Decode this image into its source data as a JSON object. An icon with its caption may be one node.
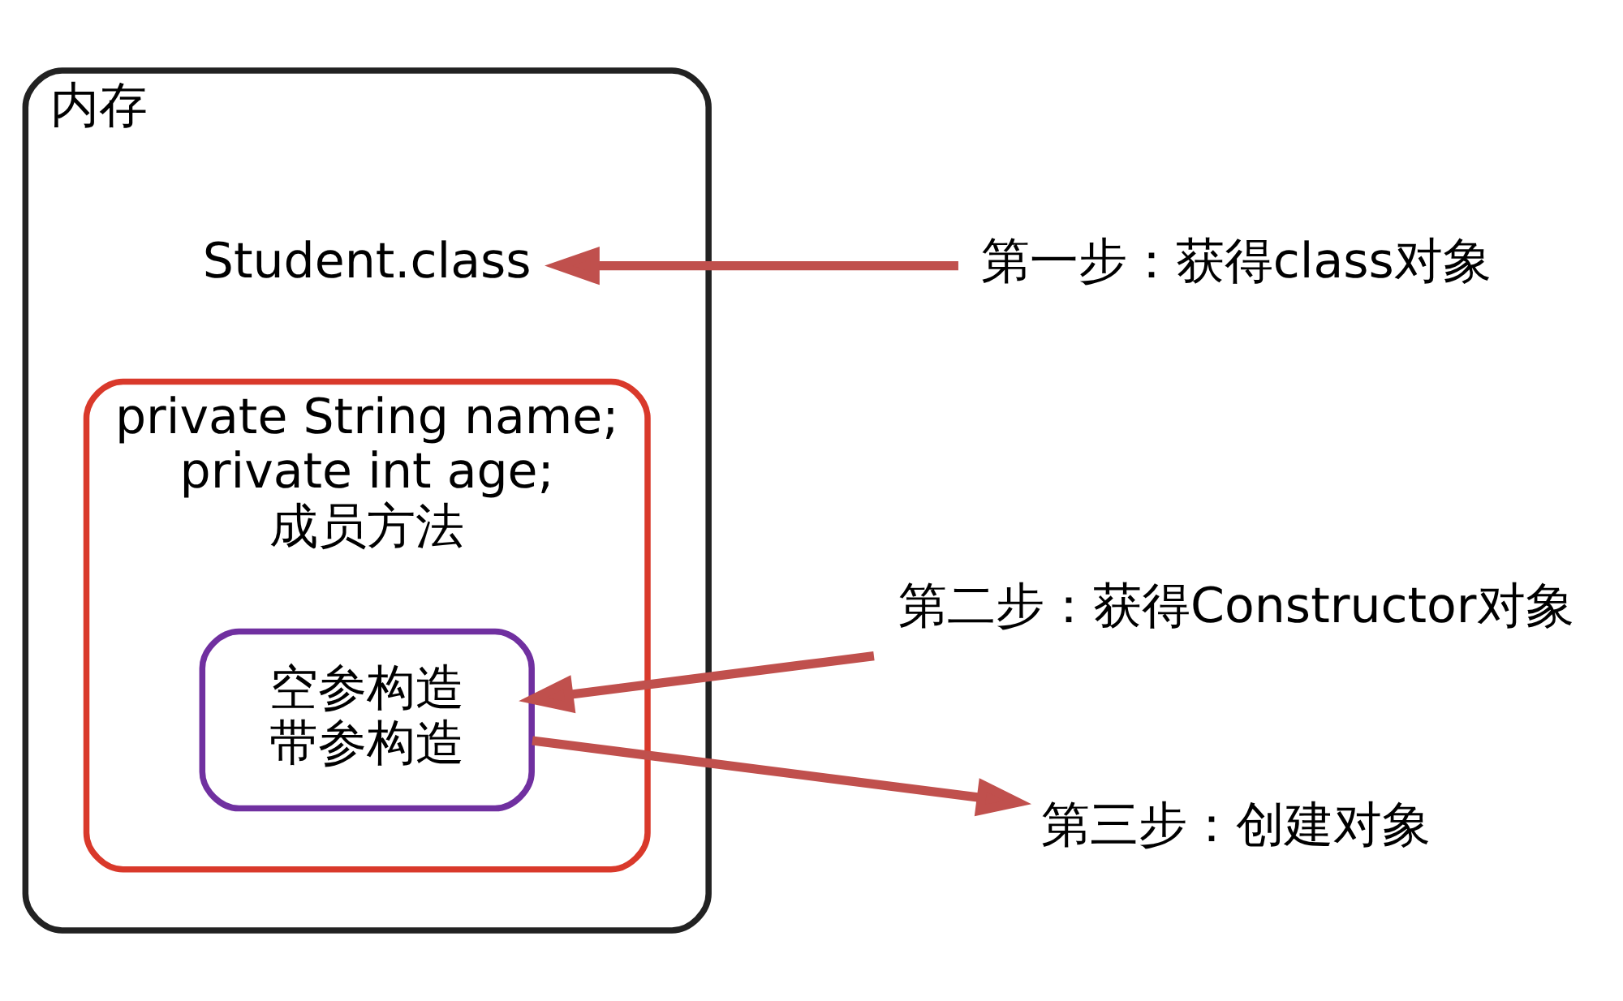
{
  "diagram": {
    "nodes": [
      {
        "text": [
          "内存"
        ]
      },
      {
        "text": [
          "Student.class"
        ],
        "in": 0
      },
      {
        "text": [
          "private String name;",
          "private int age;",
          "成员方法"
        ],
        "in": 0
      },
      {
        "text": [
          "空参构造",
          "带参构造"
        ],
        "in": 2
      },
      {
        "text": [
          "第一步：获得class对象"
        ]
      },
      {
        "text": [
          "第二步：获得Constructor对象"
        ]
      },
      {
        "text": [
          "第三步：创建对象"
        ]
      }
    ],
    "edges": [
      {
        "from": 4,
        "to": 1,
        "arrow": "to"
      },
      {
        "from": 5,
        "to": 3,
        "arrow": "to"
      },
      {
        "from": 3,
        "to": 6,
        "arrow": "to"
      }
    ]
  }
}
